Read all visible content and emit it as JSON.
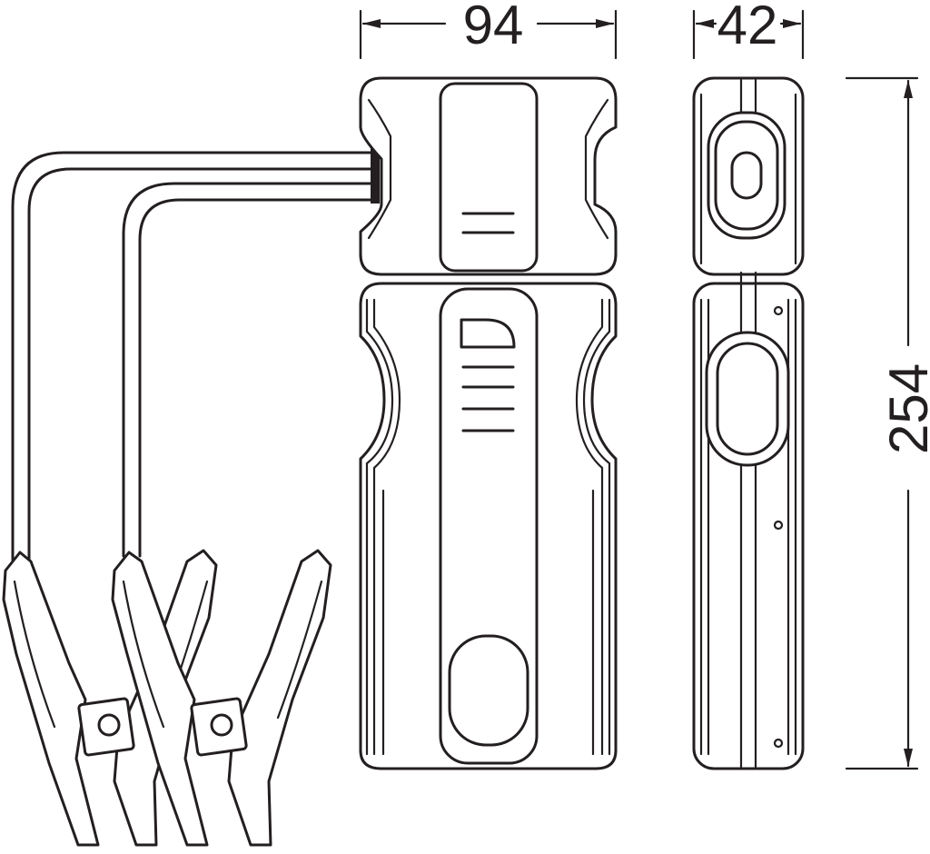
{
  "dimensions": {
    "width": "94",
    "depth": "42",
    "height": "254"
  },
  "colors": {
    "line": "#231f20",
    "background": "#ffffff"
  }
}
